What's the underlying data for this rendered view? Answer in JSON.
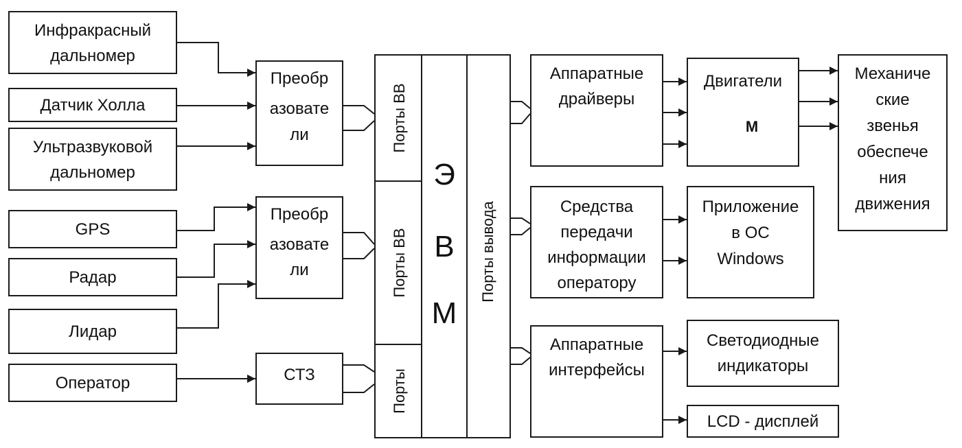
{
  "sensors": {
    "ir_line1": "Инфракрасный",
    "ir_line2": "дальномер",
    "hall": "Датчик Холла",
    "us_line1": "Ультразвуковой",
    "us_line2": "дальномер",
    "gps": "GPS",
    "radar": "Радар",
    "lidar": "Лидар",
    "operator": "Оператор"
  },
  "converters": {
    "top_l1": "Преобр",
    "top_l2": "азовате",
    "top_l3": "ли",
    "mid_l1": "Преобр",
    "mid_l2": "азовате",
    "mid_l3": "ли",
    "stz": "СТЗ"
  },
  "evm": {
    "port_io_top": "Порты ВВ",
    "port_io_mid": "Порты ВВ",
    "port_bottom": "Порты",
    "letter_e": "Э",
    "letter_v": "В",
    "letter_m": "М",
    "output_ports": "Порты вывода"
  },
  "outputs": {
    "drivers_l1": "Аппаратные",
    "drivers_l2": "драйверы",
    "engines": "Двигатели",
    "motor_symbol": "М",
    "mech_l1": "Механиче",
    "mech_l2": "ские",
    "mech_l3": "звенья",
    "mech_l4": "обеспече",
    "mech_l5": "ния",
    "mech_l6": "движения",
    "info_l1": "Средства",
    "info_l2": "передачи",
    "info_l3": "информации",
    "info_l4": "оператору",
    "app_l1": "Приложение",
    "app_l2": "в ОС",
    "app_l3": "Windows",
    "iface_l1": "Аппаратные",
    "iface_l2": "интерфейсы",
    "led_l1": "Светодиодные",
    "led_l2": "индикаторы",
    "lcd": "LCD - дисплей"
  }
}
